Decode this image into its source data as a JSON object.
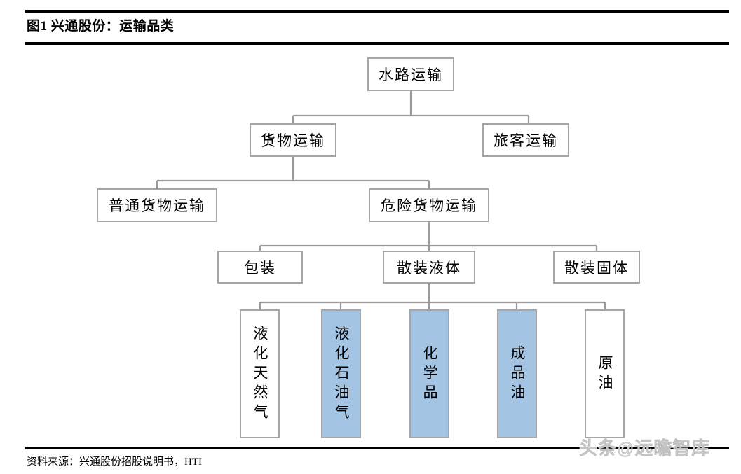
{
  "figure": {
    "title": "图1 兴通股份：运输品类",
    "source": "资料来源：兴通股份招股说明书，HTI",
    "watermark_prefix": "头条",
    "watermark_at": "@",
    "watermark_name": "远瞻智库"
  },
  "colors": {
    "node_border": "#a6a6a6",
    "node_fill_white": "#ffffff",
    "node_fill_blue": "#a3c5e3",
    "connector": "#9a9a9a",
    "rule": "#000000",
    "text": "#000000",
    "watermark": "#d4d4d4"
  },
  "chart_data": {
    "type": "diagram",
    "title": "图1 兴通股份：运输品类",
    "orientation": "top-down tree",
    "levels": 5,
    "nodes": [
      {
        "id": "n0",
        "label": "水路运输",
        "level": 0,
        "fill": "white",
        "orientation": "horizontal"
      },
      {
        "id": "n1",
        "label": "货物运输",
        "level": 1,
        "fill": "white",
        "orientation": "horizontal",
        "parent": "n0"
      },
      {
        "id": "n2",
        "label": "旅客运输",
        "level": 1,
        "fill": "white",
        "orientation": "horizontal",
        "parent": "n0"
      },
      {
        "id": "n3",
        "label": "普通货物运输",
        "level": 2,
        "fill": "white",
        "orientation": "horizontal",
        "parent": "n1"
      },
      {
        "id": "n4",
        "label": "危险货物运输",
        "level": 2,
        "fill": "white",
        "orientation": "horizontal",
        "parent": "n1"
      },
      {
        "id": "n5",
        "label": "包装",
        "level": 3,
        "fill": "white",
        "orientation": "horizontal",
        "parent": "n4"
      },
      {
        "id": "n6",
        "label": "散装液体",
        "level": 3,
        "fill": "white",
        "orientation": "horizontal",
        "parent": "n4"
      },
      {
        "id": "n7",
        "label": "散装固体",
        "level": 3,
        "fill": "white",
        "orientation": "horizontal",
        "parent": "n4"
      },
      {
        "id": "n8",
        "label": "液化天然气",
        "level": 4,
        "fill": "white",
        "orientation": "vertical",
        "parent": "n6"
      },
      {
        "id": "n9",
        "label": "液化石油气",
        "level": 4,
        "fill": "blue",
        "orientation": "vertical",
        "parent": "n6"
      },
      {
        "id": "n10",
        "label": "化学品",
        "level": 4,
        "fill": "blue",
        "orientation": "vertical",
        "parent": "n6"
      },
      {
        "id": "n11",
        "label": "成品油",
        "level": 4,
        "fill": "blue",
        "orientation": "vertical",
        "parent": "n6"
      },
      {
        "id": "n12",
        "label": "原油",
        "level": 4,
        "fill": "white",
        "orientation": "vertical",
        "parent": "n6"
      }
    ],
    "edges": [
      {
        "from": "n0",
        "to": "n1"
      },
      {
        "from": "n0",
        "to": "n2"
      },
      {
        "from": "n1",
        "to": "n3"
      },
      {
        "from": "n1",
        "to": "n4"
      },
      {
        "from": "n4",
        "to": "n5"
      },
      {
        "from": "n4",
        "to": "n6"
      },
      {
        "from": "n4",
        "to": "n7"
      },
      {
        "from": "n6",
        "to": "n8"
      },
      {
        "from": "n6",
        "to": "n9"
      },
      {
        "from": "n6",
        "to": "n10"
      },
      {
        "from": "n6",
        "to": "n11"
      },
      {
        "from": "n6",
        "to": "n12"
      }
    ]
  }
}
